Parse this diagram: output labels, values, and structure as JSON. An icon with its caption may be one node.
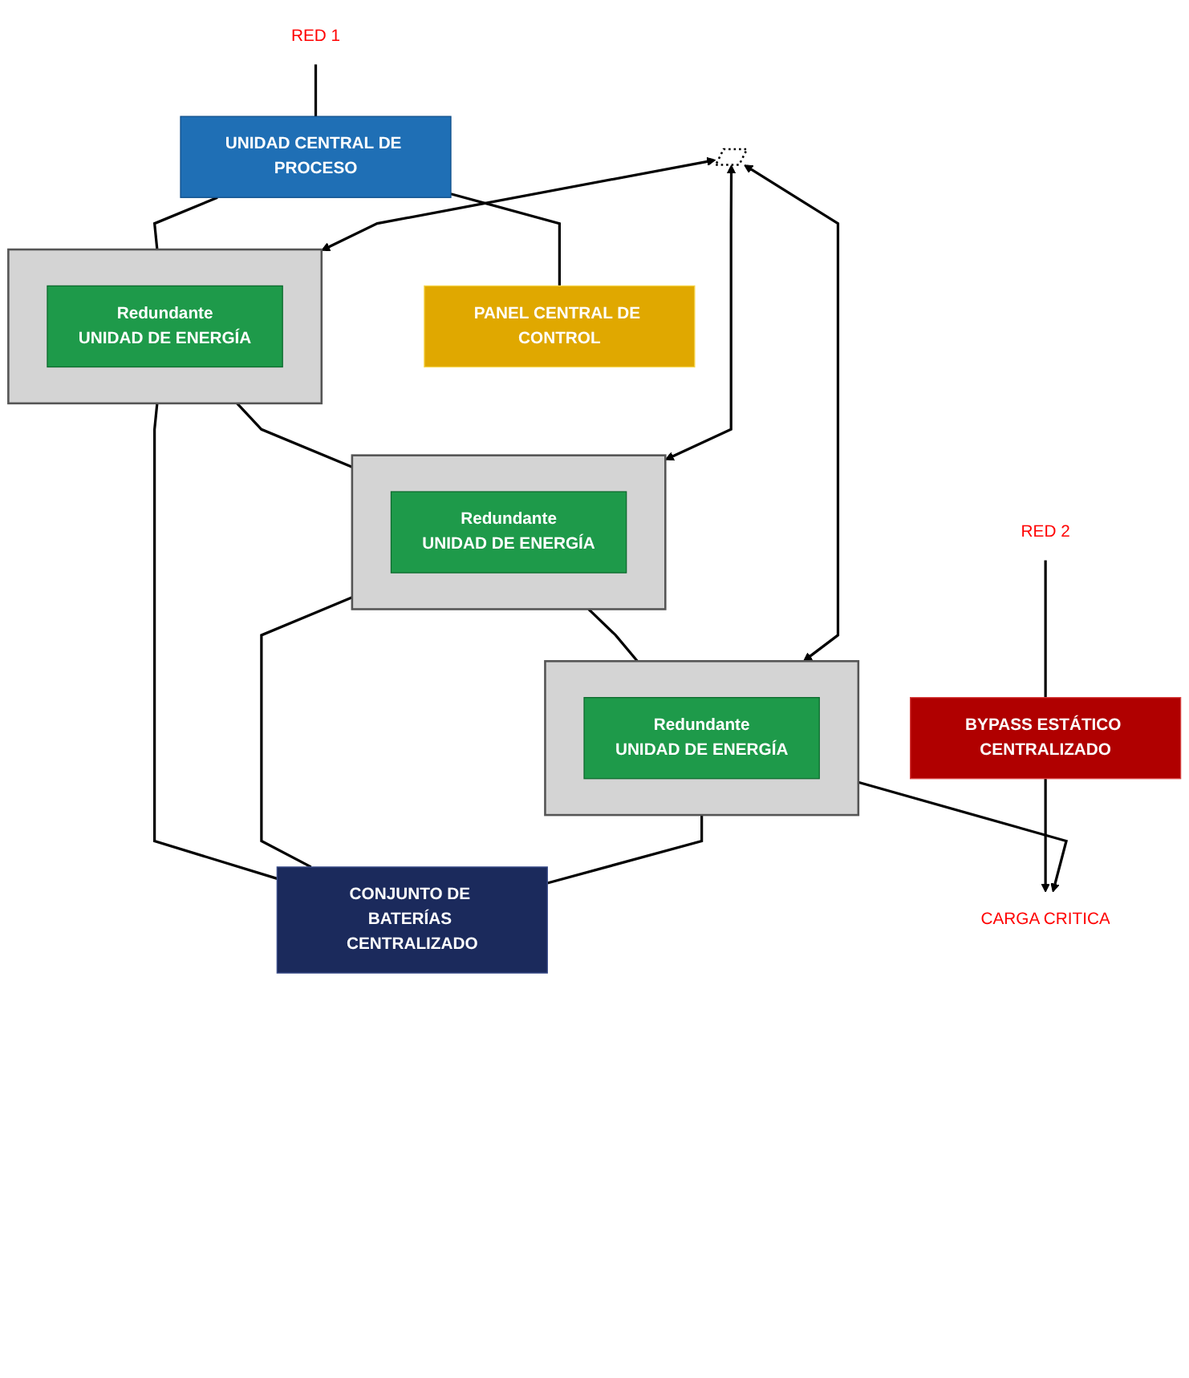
{
  "diagram": {
    "nodes": [
      {
        "text": [
          "RED 1"
        ]
      },
      {
        "text": [
          "UNIDAD CENTRAL DE PROCESO"
        ]
      },
      {
        "text": [
          "PANEL CENTRAL DE CONTROL"
        ]
      },
      {
        "text": [],
        "shape": "box"
      },
      {
        "text": [
          "Redundante",
          "UNIDAD DE ENERGÍA"
        ],
        "in": 3
      },
      {
        "text": [],
        "shape": "box"
      },
      {
        "text": [
          "Redundante",
          "UNIDAD DE ENERGÍA"
        ],
        "in": 5
      },
      {
        "text": [],
        "shape": "box"
      },
      {
        "text": [
          "Redundante",
          "UNIDAD DE ENERGÍA"
        ],
        "in": 7
      },
      {
        "text": [
          "CONJUNTO DE BATERÍAS CENTRALIZADO"
        ]
      },
      {
        "text": [
          "BYPASS ESTÁTICO CENTRALIZADO"
        ]
      },
      {
        "text": [
          "RED 2"
        ]
      },
      {
        "text": [
          "CARGA CRITICA"
        ]
      },
      {
        "text": [],
        "shape": "bar"
      }
    ],
    "edges": [
      {
        "from": 0,
        "to": 1,
        "arrow": "none"
      },
      {
        "from": 1,
        "to": 2,
        "arrow": "none"
      },
      {
        "from": 1,
        "to": 3,
        "arrow": "none"
      },
      {
        "from": 3,
        "to": 5,
        "arrow": "none"
      },
      {
        "from": 5,
        "to": 7,
        "arrow": "none"
      },
      {
        "from": 3,
        "to": 9,
        "arrow": "none"
      },
      {
        "from": 5,
        "to": 9,
        "arrow": "none"
      },
      {
        "from": 7,
        "to": 9,
        "arrow": "none"
      },
      {
        "from": 7,
        "to": 12,
        "arrow": "to"
      },
      {
        "from": 10,
        "to": 12,
        "arrow": "to"
      },
      {
        "from": 11,
        "to": 10,
        "arrow": "none"
      },
      {
        "from": 13,
        "to": 3,
        "arrow": "both"
      },
      {
        "from": 13,
        "to": 5,
        "arrow": "both"
      },
      {
        "from": 13,
        "to": 7,
        "arrow": "both"
      }
    ]
  }
}
